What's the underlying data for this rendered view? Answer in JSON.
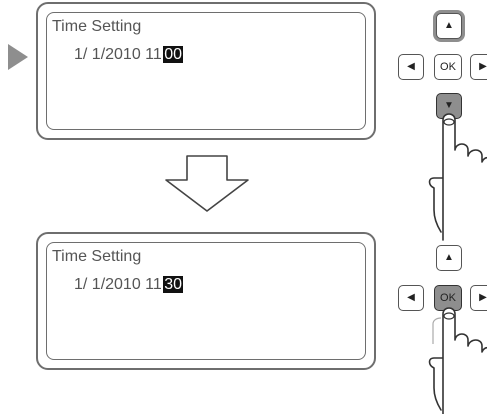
{
  "panels": [
    {
      "title": "Time Setting",
      "value_prefix": "1/ 1/2010  11:",
      "value_highlight": "00",
      "pressed_key": "down"
    },
    {
      "title": "Time Setting",
      "value_prefix": "1/ 1/2010  11:",
      "value_highlight": "30",
      "pressed_key": "ok"
    }
  ],
  "keys": {
    "up_glyph": "▲",
    "down_glyph": "▼",
    "left_glyph": "◀",
    "right_glyph": "▶",
    "ok_label": "OK"
  },
  "icons": {
    "step_pointer": "triangle-right-icon",
    "flow_arrow": "arrow-down-outline-icon",
    "hand": "hand-pointer-icon"
  },
  "colors": {
    "outline": "#6e6e6e",
    "pressed_fill": "#8e8e8e",
    "highlight_bg": "#111111",
    "text": "#555555"
  }
}
